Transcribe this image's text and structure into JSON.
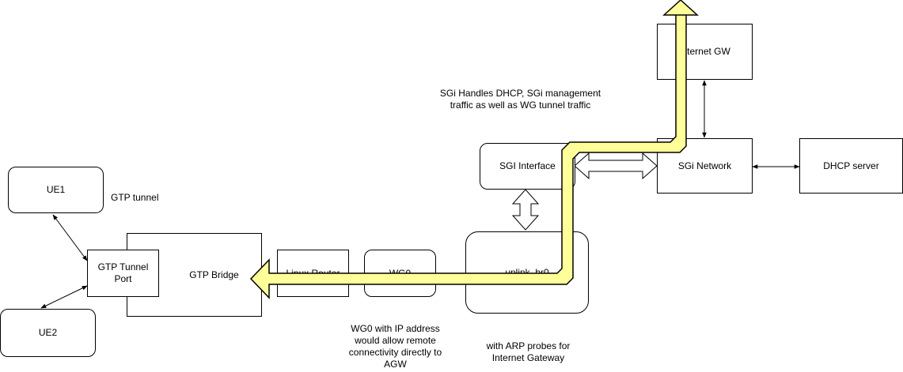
{
  "nodes": {
    "ue1": "UE1",
    "ue2": "UE2",
    "gtp_tunnel_port": "GTP Tunnel Port",
    "gtp_bridge": "GTP Bridge",
    "linux_router": "Linux Router",
    "wg0": "WG0",
    "uplink_br0": "uplink_br0",
    "sgi_interface": "SGI Interface",
    "sgi_network": "SGi Network",
    "internet_gw": "Internet GW",
    "dhcp_server": "DHCP server"
  },
  "labels": {
    "gtp_tunnel": "GTP tunnel",
    "sgi_note": "SGi Handles DHCP, SGi management traffic as well as WG tunnel traffic",
    "wg0_note": "WG0 with IP address would allow remote connectivity directly to AGW",
    "arp_note": "with ARP probes for Internet Gateway"
  },
  "colors": {
    "highlight_fill": "#ffff99",
    "stroke": "#000000",
    "background": "#ffffff"
  }
}
